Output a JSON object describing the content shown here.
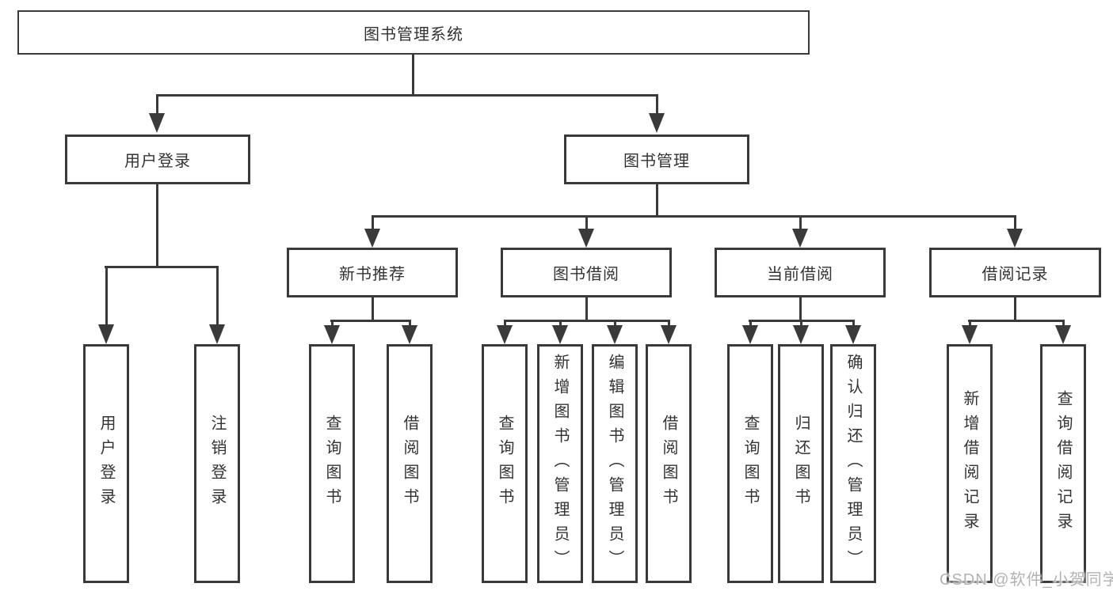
{
  "tree": {
    "root": "图书管理系统",
    "children": [
      {
        "label": "用户登录",
        "children": [
          {
            "label": "用户登录"
          },
          {
            "label": "注销登录"
          }
        ]
      },
      {
        "label": "图书管理",
        "children": [
          {
            "label": "新书推荐",
            "children": [
              {
                "label": "查询图书"
              },
              {
                "label": "借阅图书"
              }
            ]
          },
          {
            "label": "图书借阅",
            "children": [
              {
                "label": "查询图书"
              },
              {
                "label": "新增图书（管理员）"
              },
              {
                "label": "编辑图书（管理员）"
              },
              {
                "label": "借阅图书"
              }
            ]
          },
          {
            "label": "当前借阅",
            "children": [
              {
                "label": "查询图书"
              },
              {
                "label": "归还图书"
              },
              {
                "label": "确认归还（管理员）"
              }
            ]
          },
          {
            "label": "借阅记录",
            "children": [
              {
                "label": "新增借阅记录"
              },
              {
                "label": "查询借阅记录"
              }
            ]
          }
        ]
      }
    ]
  },
  "watermark": "CSDN @软件_小贺同学",
  "colors": {
    "line": "#3a3a3a",
    "text": "#333333",
    "watermark": "#b3b3b3",
    "background": "#ffffff"
  }
}
